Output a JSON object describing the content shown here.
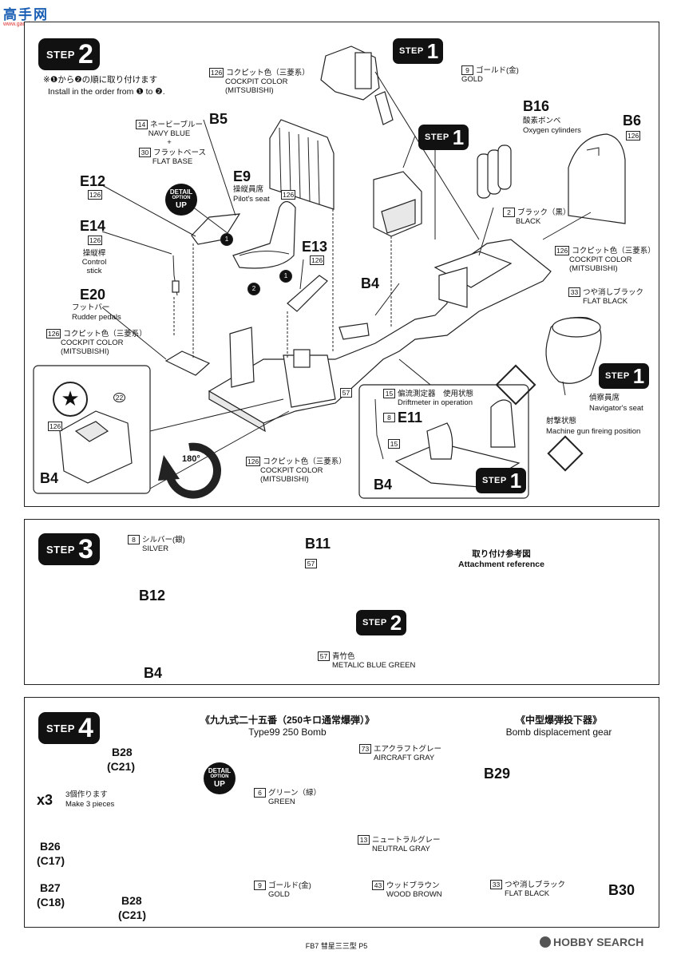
{
  "header": {
    "logo_text": "高手网",
    "logo_url": "www.gaoshou.com"
  },
  "steps": {
    "step2": {
      "word": "STEP",
      "num": "2"
    },
    "step3": {
      "word": "STEP",
      "num": "3"
    },
    "step4": {
      "word": "STEP",
      "num": "4"
    },
    "ref1": {
      "word": "STEP",
      "num": "1"
    },
    "ref2": {
      "word": "STEP",
      "num": "2"
    }
  },
  "step2": {
    "note_jp": "※❶から❷の順に取り付けます",
    "note_en": "Install in the order from ❶ to ❷.",
    "parts": [
      "B5",
      "B6",
      "B16",
      "E9",
      "E11",
      "E12",
      "E13",
      "E14",
      "E20",
      "B4",
      "B4",
      "B4"
    ],
    "e9_jp": "操縦員席",
    "e9_en": "Pilot's seat",
    "e13_jp": "操縦桿",
    "e13_en1": "Control",
    "e13_en2": "stick",
    "e14_jp": "フットバー",
    "e14_en": "Rudder pedals",
    "b16_jp": "酸素ボンベ",
    "b16_en": "Oxygen cylinders",
    "colors": {
      "navy_num": "14",
      "navy_jp": "ネービーブルー",
      "navy_en": "NAVY BLUE",
      "plus": "+",
      "flat_base_num": "30",
      "flat_base_jp": "フラットベース",
      "flat_base_en": "FLAT BASE",
      "cockpit_num": "126",
      "cockpit_jp": "コクピット色（三菱系）",
      "cockpit_en": "COCKPIT COLOR",
      "cockpit_en2": "(MITSUBISHI)",
      "gold_num": "9",
      "gold_jp": "ゴールド(金)",
      "gold_en": "GOLD",
      "black_num": "2",
      "black_jp": "ブラック（黒）",
      "black_en": "BLACK",
      "flat_black_num": "33",
      "flat_black_jp": "つや消しブラック",
      "flat_black_en": "FLAT BLACK",
      "n57": "57",
      "n22": "22",
      "n126": "126",
      "n8": "8",
      "n15": "15"
    },
    "driftmeter_jp": "偏流測定器　使用状態",
    "driftmeter_en": "Driftmeter in operation",
    "nav_seat_jp": "偵察員席",
    "nav_seat_en": "Navigator's seat",
    "mg_jp": "射撃状態",
    "mg_en": "Machine gun fireing position",
    "rotate": "180°",
    "circled1": "1",
    "circled2": "2",
    "detail": {
      "a": "DETAIL",
      "b": "OPTION",
      "c": "UP"
    }
  },
  "step3": {
    "silver_num": "8",
    "silver_jp": "シルバー(銀)",
    "silver_en": "SILVER",
    "b11": "B11",
    "b12": "B12",
    "b4": "B4",
    "n57": "57",
    "mbg_num": "57",
    "mbg_jp": "青竹色",
    "mbg_en": "METALIC BLUE GREEN",
    "attach_jp": "取り付け参考図",
    "attach_en": "Attachment reference"
  },
  "step4": {
    "bomb_title_jp": "《九九式二十五番（250キロ通常爆弾）》",
    "bomb_title_en": "Type99 250 Bomb",
    "gear_title_jp": "《中型爆弾投下器》",
    "gear_title_en": "Bomb displacement gear",
    "x3": "x3",
    "x3_jp": "3個作ります",
    "x3_en": "Make 3 pieces",
    "b28a": "B28",
    "c21a": "(C21)",
    "b26": "B26",
    "c17": "(C17)",
    "b27": "B27",
    "c18": "(C18)",
    "b28b": "B28",
    "c21b": "(C21)",
    "b29": "B29",
    "b30": "B30",
    "green_num": "6",
    "green_jp": "グリーン（緑）",
    "green_en": "GREEN",
    "aircraft_num": "73",
    "aircraft_jp": "エアクラフトグレー",
    "aircraft_en": "AIRCRAFT GRAY",
    "neutral_num": "13",
    "neutral_jp": "ニュートラルグレー",
    "neutral_en": "NEUTRAL GRAY",
    "gold_num": "9",
    "gold_jp": "ゴールド(金)",
    "gold_en": "GOLD",
    "wood_num": "43",
    "wood_jp": "ウッドブラウン",
    "wood_en": "WOOD BROWN",
    "flat_black_num": "33",
    "flat_black_jp": "つや消しブラック",
    "flat_black_en": "FLAT BLACK"
  },
  "footer": {
    "page": "FB7 彗星三三型 P5",
    "watermark": "HOBBY SEARCH"
  }
}
